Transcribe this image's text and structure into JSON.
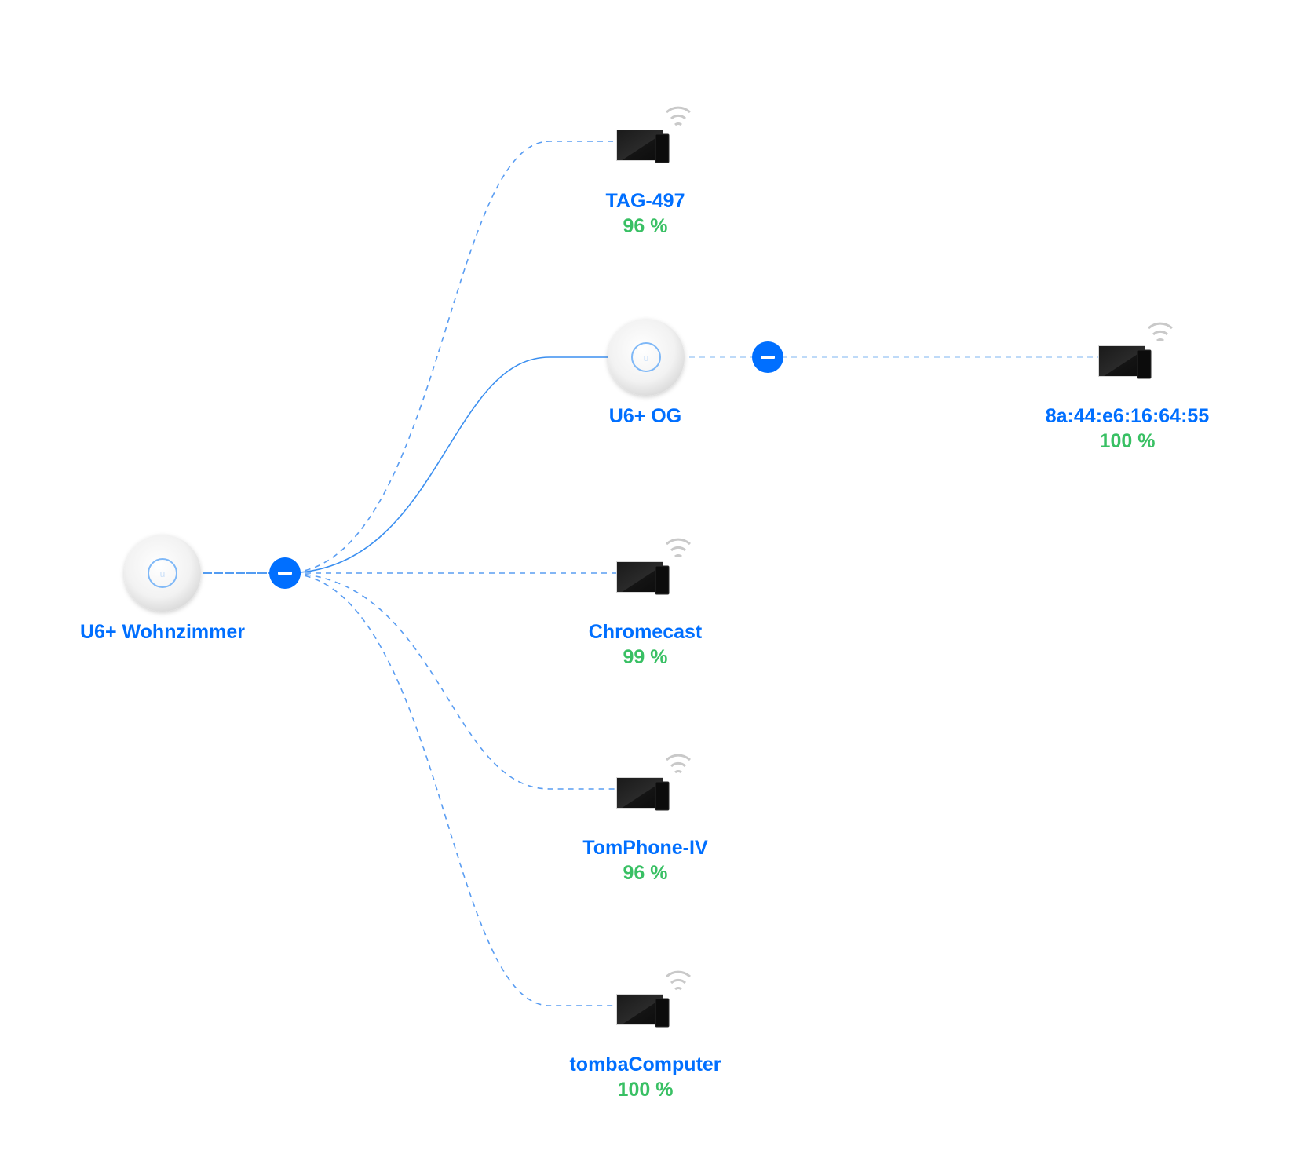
{
  "colors": {
    "accent": "#006fff",
    "signal_good": "#39c064",
    "wired_link": "#3b8ff0",
    "wireless_link": "#5a9df2",
    "wireless_link_faint": "#a9cdf5"
  },
  "root": {
    "name": "U6+ Wohnzimmer",
    "icon": "access-point-icon",
    "collapse_icon": "collapse-minus-icon"
  },
  "access_points": [
    {
      "name": "U6+ OG",
      "icon": "access-point-icon",
      "link": "wired",
      "collapse_icon": "collapse-minus-icon",
      "clients": [
        {
          "name": "8a:44:e6:16:64:55",
          "signal": "100 %",
          "icon": "wireless-devices-icon"
        }
      ]
    }
  ],
  "clients": [
    {
      "name": "TAG-497",
      "signal": "96 %",
      "icon": "wireless-devices-icon"
    },
    {
      "name": "Chromecast",
      "signal": "99 %",
      "icon": "wireless-devices-icon"
    },
    {
      "name": "TomPhone-IV",
      "signal": "96 %",
      "icon": "wireless-devices-icon"
    },
    {
      "name": "tombaComputer",
      "signal": "100 %",
      "icon": "wireless-devices-icon"
    }
  ]
}
